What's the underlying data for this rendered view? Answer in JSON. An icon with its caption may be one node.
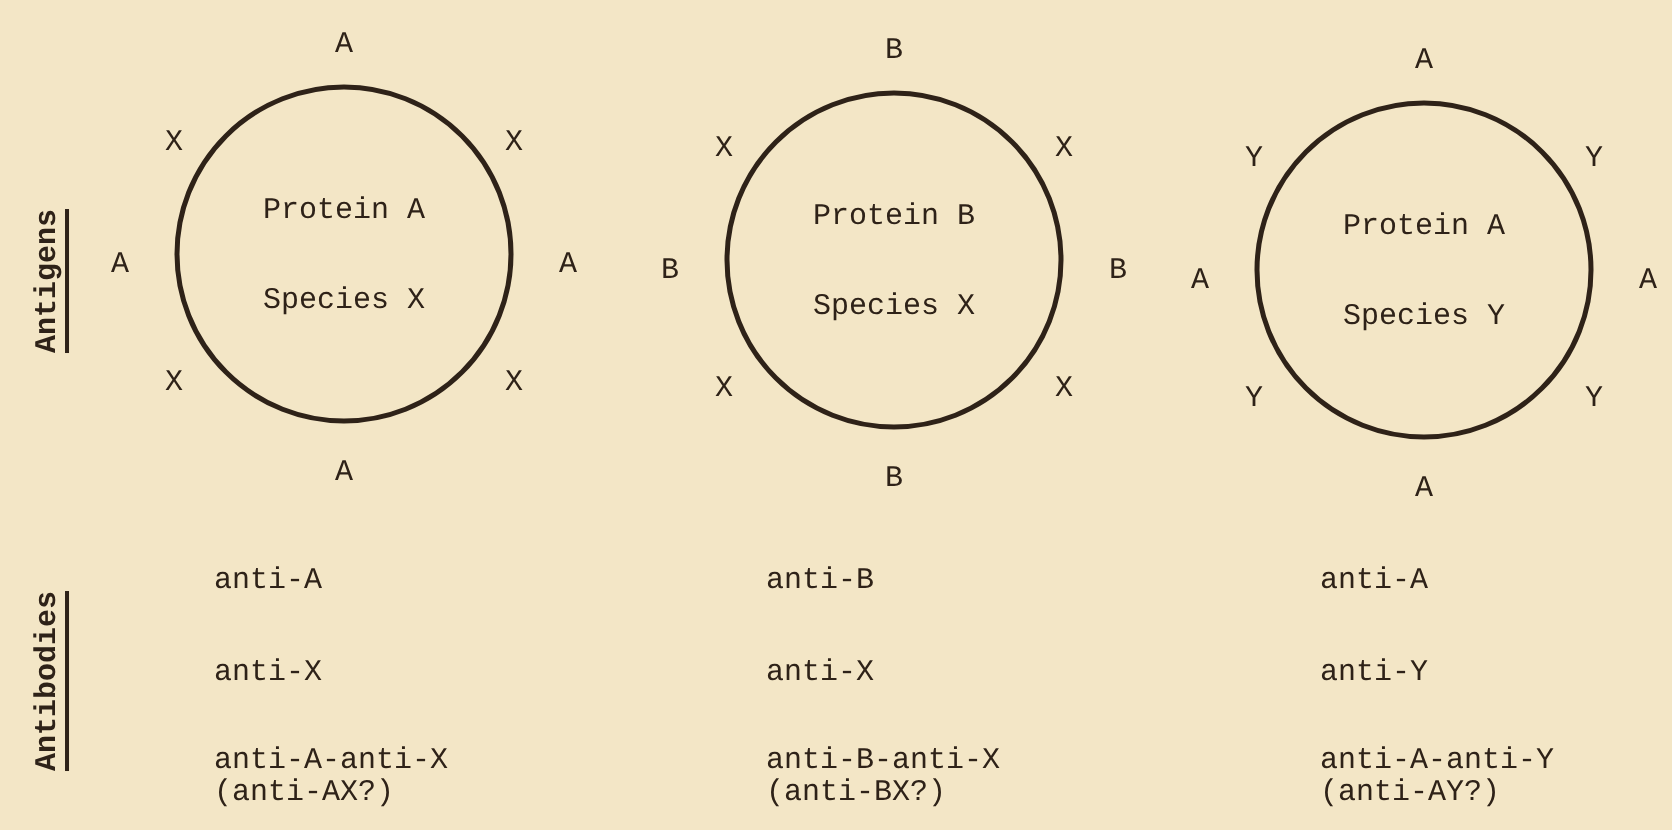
{
  "diagram": {
    "nodes": [
      {
        "text": [
          "Protein A",
          "Species X"
        ],
        "beside": [
          "A",
          "X",
          "X",
          "A",
          "A",
          "X",
          "X",
          "A"
        ]
      },
      {
        "text": [
          "Protein B",
          "Species X"
        ],
        "beside": [
          "B",
          "X",
          "X",
          "B",
          "B",
          "X",
          "X",
          "B"
        ]
      },
      {
        "text": [
          "Protein A",
          "Species Y"
        ],
        "beside": [
          "A",
          "Y",
          "Y",
          "A",
          "A",
          "Y",
          "Y",
          "A"
        ]
      }
    ],
    "edges": [],
    "labels": [
      "Antigens",
      "Antibodies",
      "anti-A",
      "anti-B",
      "anti-A",
      "anti-X",
      "anti-X",
      "anti-Y",
      "anti-A-anti-X (anti-AX?)",
      "anti-B-anti-X (anti-BX?)",
      "anti-A-anti-Y (anti-AY?)"
    ]
  }
}
